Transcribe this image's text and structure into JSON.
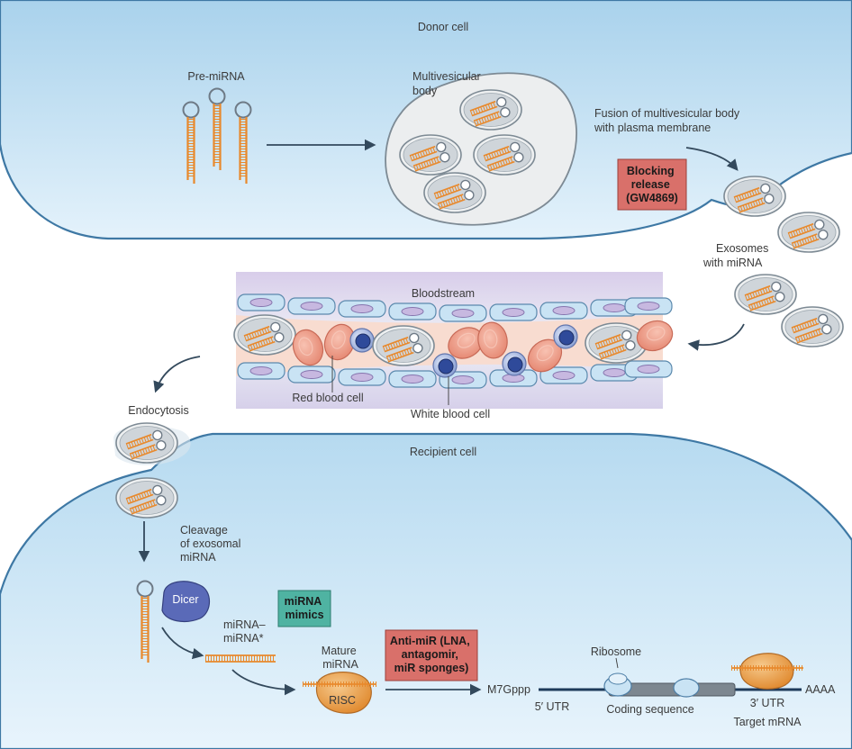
{
  "donor": {
    "title": "Donor cell",
    "pre_mirna": "Pre-miRNA",
    "mvb": [
      "Multivesicular",
      "body"
    ],
    "fusion": [
      "Fusion of multivesicular body",
      "with plasma membrane"
    ],
    "blocking": [
      "Blocking",
      "release",
      "(GW4869)"
    ],
    "exosomes": [
      "Exosomes",
      "with miRNA"
    ]
  },
  "blood": {
    "title": "Bloodstream",
    "red": "Red blood cell",
    "white": "White blood cell"
  },
  "recipient": {
    "endocytosis": "Endocytosis",
    "title": "Recipient cell",
    "cleavage": [
      "Cleavage",
      "of exosomal",
      "miRNA"
    ],
    "dicer": "Dicer",
    "mimics": [
      "miRNA",
      "mimics"
    ],
    "duplex": [
      "miRNA–",
      "miRNA*"
    ],
    "mature": [
      "Mature",
      "miRNA"
    ],
    "risc": "RISC",
    "antimir": [
      "Anti-miR (LNA,",
      "antagomir,",
      "miR sponges)"
    ],
    "m7g": "M7Gppp",
    "ribosome": "Ribosome",
    "utr5": "5′ UTR",
    "coding": "Coding sequence",
    "utr3": "3′ UTR",
    "aaaa": "AAAA",
    "target": "Target mRNA"
  },
  "colors": {
    "cell_fill": "#cfe6f5",
    "rna": "#e8892c",
    "inhibitor_box": "#d9706a",
    "mimic_box": "#4fb3a2",
    "rbc": "#f0a090",
    "wbc": "#2f4a9a",
    "dicer": "#5a6ab8",
    "vessel": "#f8dcd0"
  }
}
